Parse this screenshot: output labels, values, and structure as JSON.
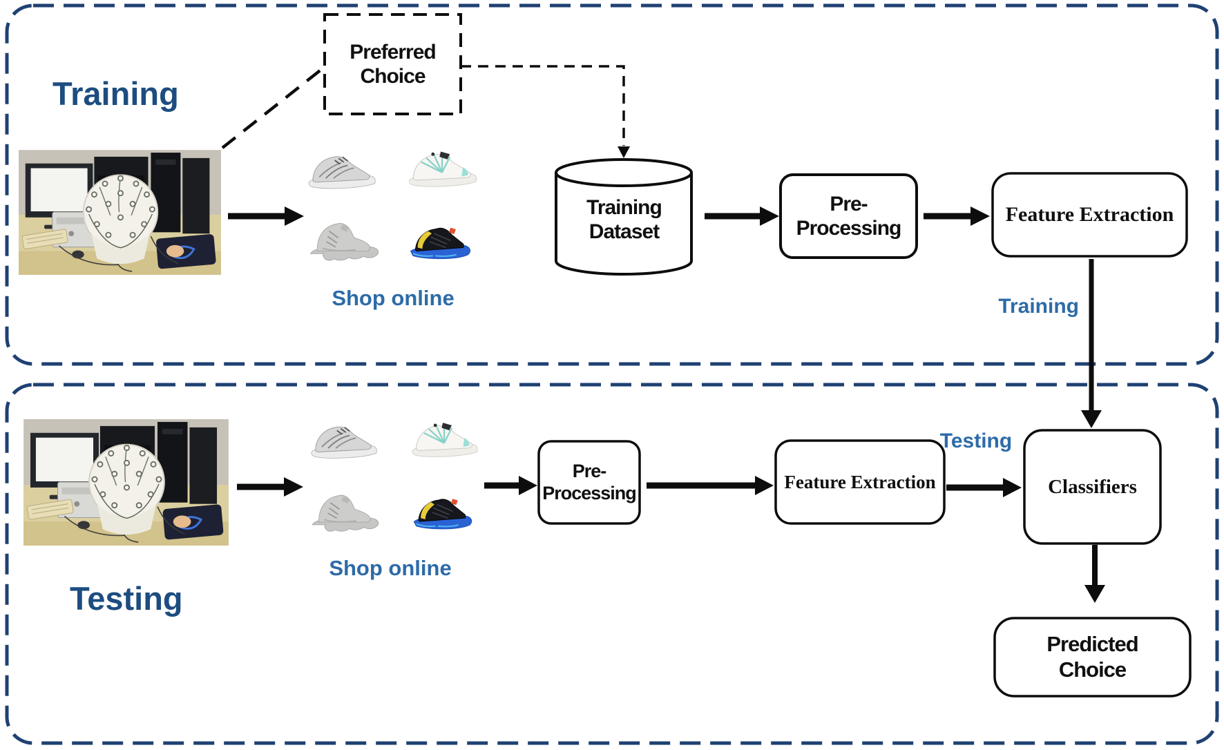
{
  "diagram": {
    "training": {
      "title": "Training",
      "preferred_choice": "Preferred\nChoice",
      "shop_online": "Shop online",
      "dataset": "Training\nDataset",
      "preprocessing": "Pre-\nProcessing",
      "feature_extraction": "Feature Extraction",
      "flow_label": "Training"
    },
    "testing": {
      "title": "Testing",
      "shop_online": "Shop online",
      "preprocessing": "Pre-\nProcessing",
      "feature_extraction": "Feature Extraction",
      "flow_label": "Testing",
      "classifiers": "Classifiers",
      "predicted_choice": "Predicted\nChoice"
    },
    "icons": {
      "photo": "eeg-experiment-photo",
      "shoe_1": "gray-sneaker",
      "shoe_2": "white-teal-sneaker",
      "shoe_3": "gray-hightop-sneaker",
      "shoe_4": "black-blue-sneaker",
      "dataset_shape": "database-cylinder",
      "arrow": "flow-arrow"
    },
    "colors": {
      "container_border": "#1f4173",
      "title_blue": "#1d4d80",
      "label_blue": "#2d6ba8",
      "line_black": "#0d0d0d"
    }
  }
}
